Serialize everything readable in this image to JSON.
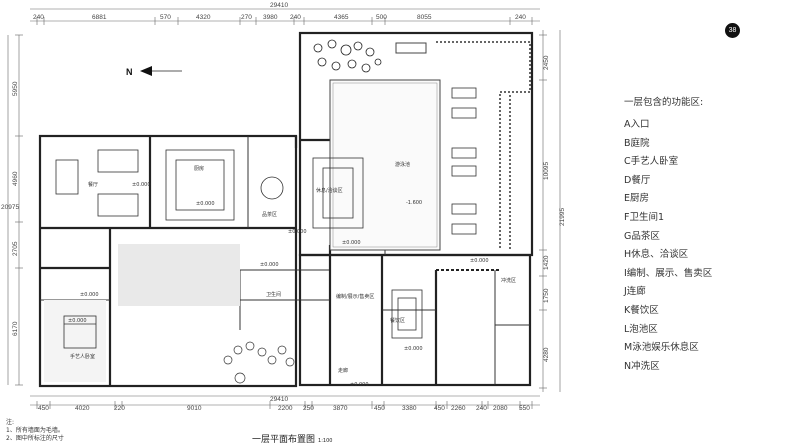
{
  "page_number": "38",
  "plan_title": "一层平面布置图",
  "plan_scale": "1:100",
  "north_label": "N",
  "legend": {
    "title": "一层包含的功能区:",
    "items": [
      "A入口",
      "B庭院",
      "C手艺人卧室",
      "D餐厅",
      "E厨房",
      "F卫生间1",
      "G品茶区",
      "H休息、洽谈区",
      "I编制、展示、售卖区",
      "J连廊",
      "K餐饮区",
      "L泡池区",
      "M泳池娱乐休息区",
      "N冲洗区"
    ]
  },
  "notes": {
    "heading": "注:",
    "lines": [
      "1、所有墙面为毛墙。",
      "2、图中所标注的尺寸"
    ]
  },
  "dimensions": {
    "top": [
      "240",
      "6881",
      "570",
      "4320",
      "270",
      "3980",
      "240",
      "4365",
      "500",
      "8055",
      "240"
    ],
    "top_total": "29410",
    "bottom": [
      "450",
      "4020",
      "220",
      "9010",
      "2200",
      "250",
      "3870",
      "450",
      "3380",
      "450",
      "2260",
      "240",
      "2080",
      "550"
    ],
    "bottom_total": "29410",
    "left": [
      "5950",
      "4960",
      "2705",
      "6170"
    ],
    "left_total": "20975",
    "right": [
      "2450",
      "10095",
      "1420",
      "1750",
      "4280"
    ],
    "right_total": "21995"
  },
  "rooms": {
    "dining": "餐厅",
    "kitchen": "厨房",
    "tea": "品茶区",
    "rest_talk": "休息/洽谈区",
    "pool": "游泳池",
    "toilet": "卫生间",
    "craft": "编制/展示/售卖区",
    "corridor": "走廊",
    "food": "餐饮区",
    "rinse": "冲洗区",
    "bedroom": "手艺人卧室"
  },
  "levels": {
    "dining": "±0.000",
    "kitchen": "±0.000",
    "tea": "±0.000",
    "pool": "-1.600",
    "rest": "±0.000",
    "hall": "±0.000",
    "bedroom": "±0.000",
    "bath": "±0.000",
    "corridor": "±0.000",
    "food": "±0.000",
    "south": "±0.000"
  }
}
